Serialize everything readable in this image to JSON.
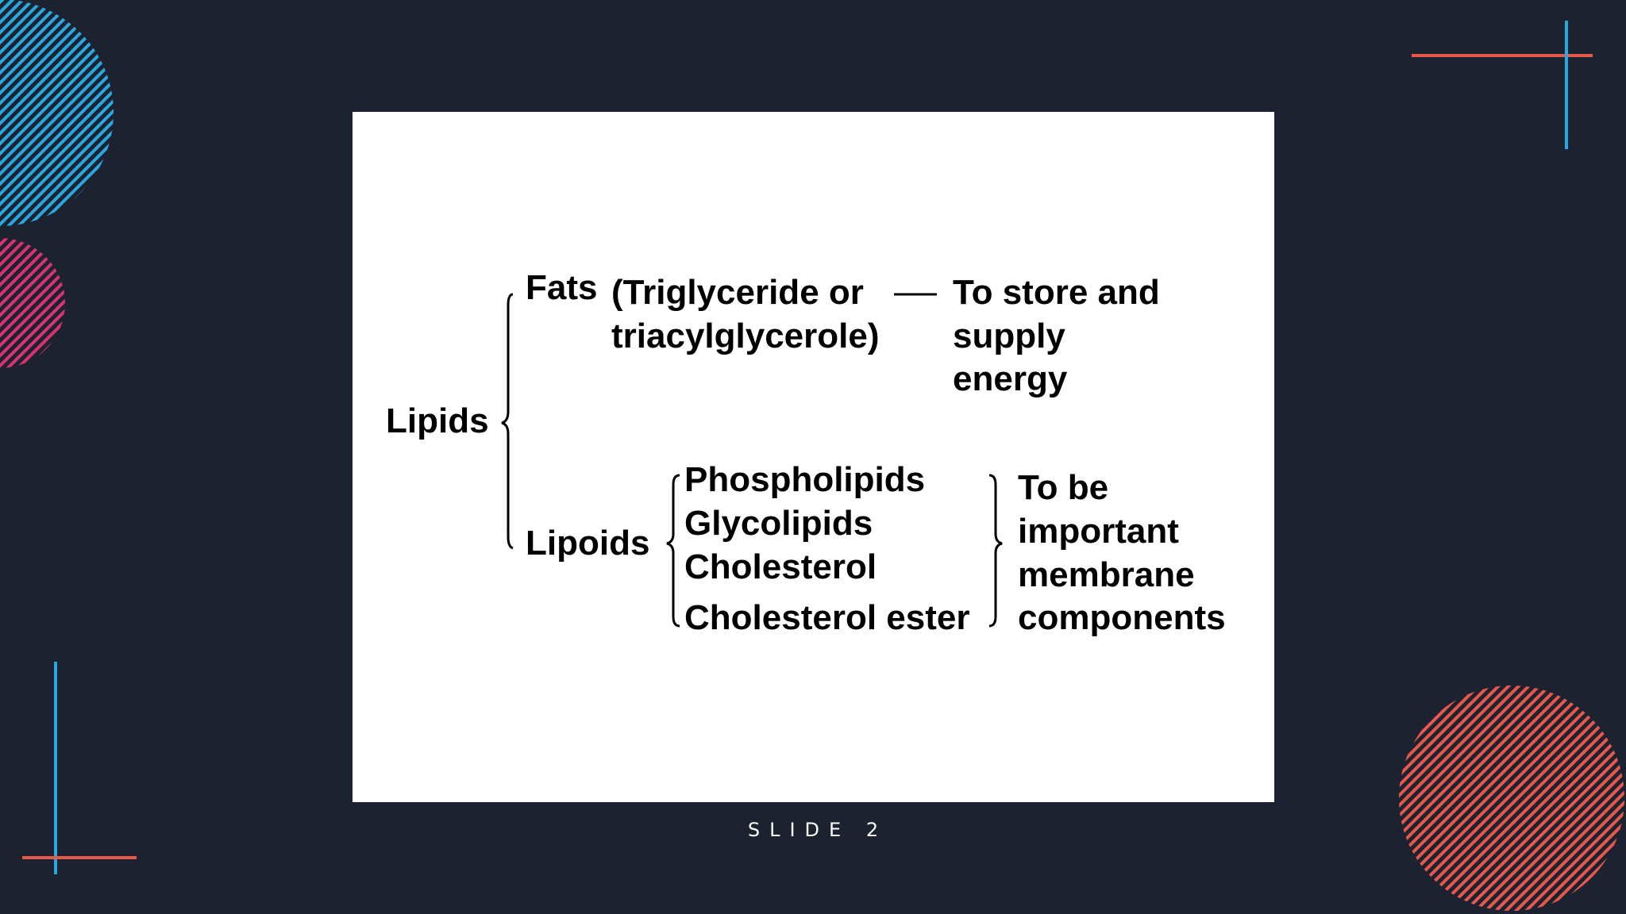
{
  "slide": {
    "number_label": "SLIDE 2"
  },
  "diagram": {
    "root": "Lipids",
    "fats": {
      "label": "Fats",
      "detail_line1": "(Triglyceride or",
      "detail_line2": "triacylglycerole)",
      "function_line1": "To store and",
      "function_line2": "supply",
      "function_line3": "energy"
    },
    "lipoids": {
      "label": "Lipoids",
      "items": [
        "Phospholipids",
        "Glycolipids",
        "Cholesterol",
        "Cholesterol ester"
      ],
      "function_line1": "To be",
      "function_line2": "important",
      "function_line3": "membrane",
      "function_line4": "components"
    }
  },
  "colors": {
    "background": "#1c2230",
    "accent_blue": "#2aa8e0",
    "accent_red": "#e8584a",
    "accent_pink": "#d8336e"
  }
}
